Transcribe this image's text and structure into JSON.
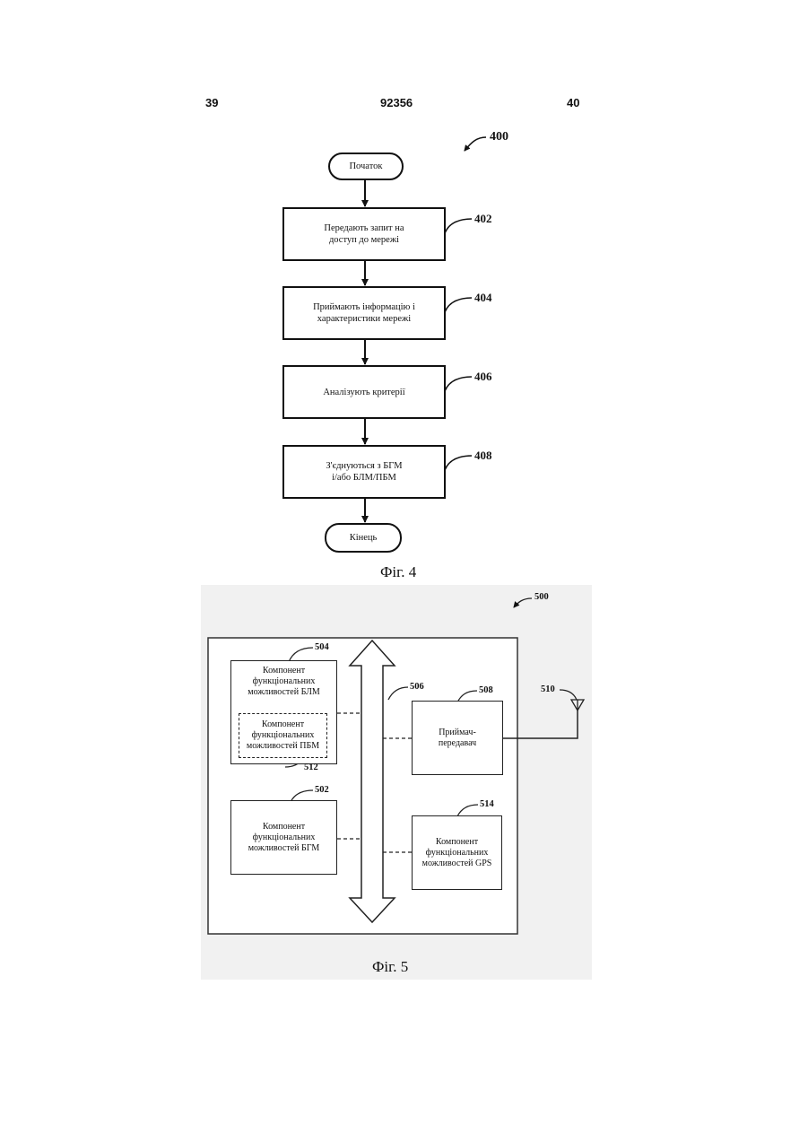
{
  "header": {
    "left_page": "39",
    "doc_number": "92356",
    "right_page": "40"
  },
  "fig4": {
    "ref": "400",
    "start": "Початок",
    "end": "Кінець",
    "steps": [
      {
        "ref": "402",
        "text": "Передають запит на\nдоступ до мережі"
      },
      {
        "ref": "404",
        "text": "Приймають інформацію і\nхарактеристики мережі"
      },
      {
        "ref": "406",
        "text": "Аналізують критерії"
      },
      {
        "ref": "408",
        "text": "З'єднуються з БГМ\nі/або БЛМ/ПБМ"
      }
    ],
    "caption": "Фіг. 4"
  },
  "fig5": {
    "ref": "500",
    "blm": {
      "ref": "504",
      "text": "Компонент\nфункціональних\nможливостей БЛМ"
    },
    "pbm": {
      "ref": "512",
      "text": "Компонент\nфункціональних\nможливостей ПБМ"
    },
    "bgm": {
      "ref": "502",
      "text": "Компонент\nфункціональних\nможливостей БГМ"
    },
    "bus": {
      "ref": "506"
    },
    "transceiver": {
      "ref": "508",
      "text": "Приймач-\nпередавач"
    },
    "antenna": {
      "ref": "510"
    },
    "gps": {
      "ref": "514",
      "text": "Компонент\nфункціональних\nможливостей GPS"
    },
    "caption": "Фіг. 5"
  }
}
